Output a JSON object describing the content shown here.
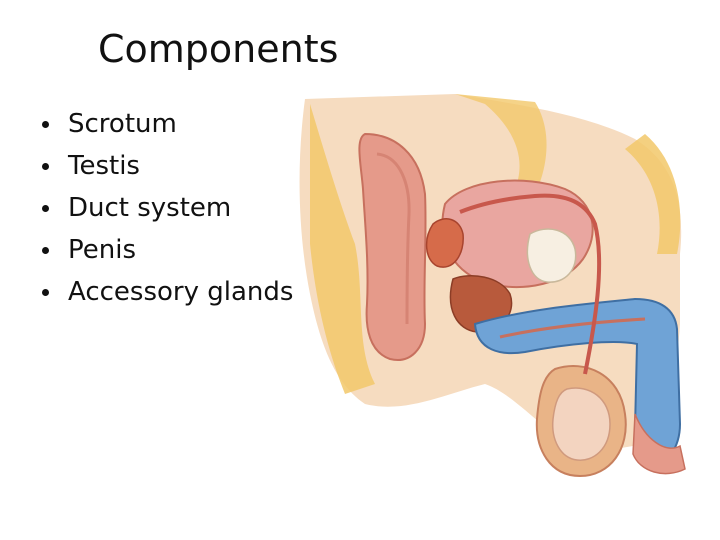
{
  "slide": {
    "title": "Components",
    "bullets": [
      "Scrotum",
      "Testis",
      "Duct system",
      "Penis",
      "Accessory glands"
    ]
  },
  "illustration": {
    "icon": "anatomy-illustration",
    "colors": {
      "skin": "#f6dcc0",
      "fat": "#f2c86a",
      "muscle": "#e59a8a",
      "bladder": "#e9a6a0",
      "duct": "#c8584c",
      "erectile_tissue": "#6fa3d6"
    }
  }
}
